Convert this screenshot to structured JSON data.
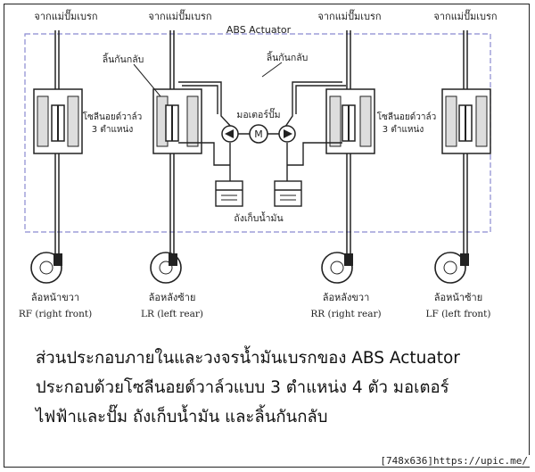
{
  "diagram": {
    "inlet_labels": [
      "จากแม่ปั๊มเบรก",
      "จากแม่ปั๊มเบรก",
      "จากแม่ปั๊มเบรก",
      "จากแม่ปั๊มเบรก"
    ],
    "actuator_title": "ABS Actuator",
    "check_valve_left": "ลิ้นกันกลับ",
    "check_valve_center": "ลิ้นกันกลับ",
    "solenoid_left_line1": "โซลีนอยด์วาล์ว",
    "solenoid_left_line2": "3 ตำแหน่ง",
    "solenoid_right_line1": "โซลีนอยด์วาล์ว",
    "solenoid_right_line2": "3 ตำแหน่ง",
    "motor_pump": "มอเตอร์ปั๊ม",
    "motor_symbol": "M",
    "reservoir": "ถังเก็บน้ำมัน",
    "wheels": [
      {
        "name_th": "ล้อหน้าขวา",
        "code": "RF (right front)"
      },
      {
        "name_th": "ล้อหลังซ้าย",
        "code": "LR (left rear)"
      },
      {
        "name_th": "ล้อหลังขวา",
        "code": "RR (right rear)"
      },
      {
        "name_th": "ล้อหน้าซ้าย",
        "code": "LF (left front)"
      }
    ]
  },
  "caption": {
    "line1": "ส่วนประกอบภายในและวงจรน้ำมันเบรกของ ABS Actuator",
    "line2": "ประกอบด้วยโซลีนอยด์วาล์วแบบ 3 ตำแหน่ง 4 ตัว มอเตอร์",
    "line3": "ไฟฟ้าและปั๊ม ถังเก็บน้ำมัน และลิ้นกันกลับ"
  },
  "watermark": "[748x636]https://upic.me/"
}
